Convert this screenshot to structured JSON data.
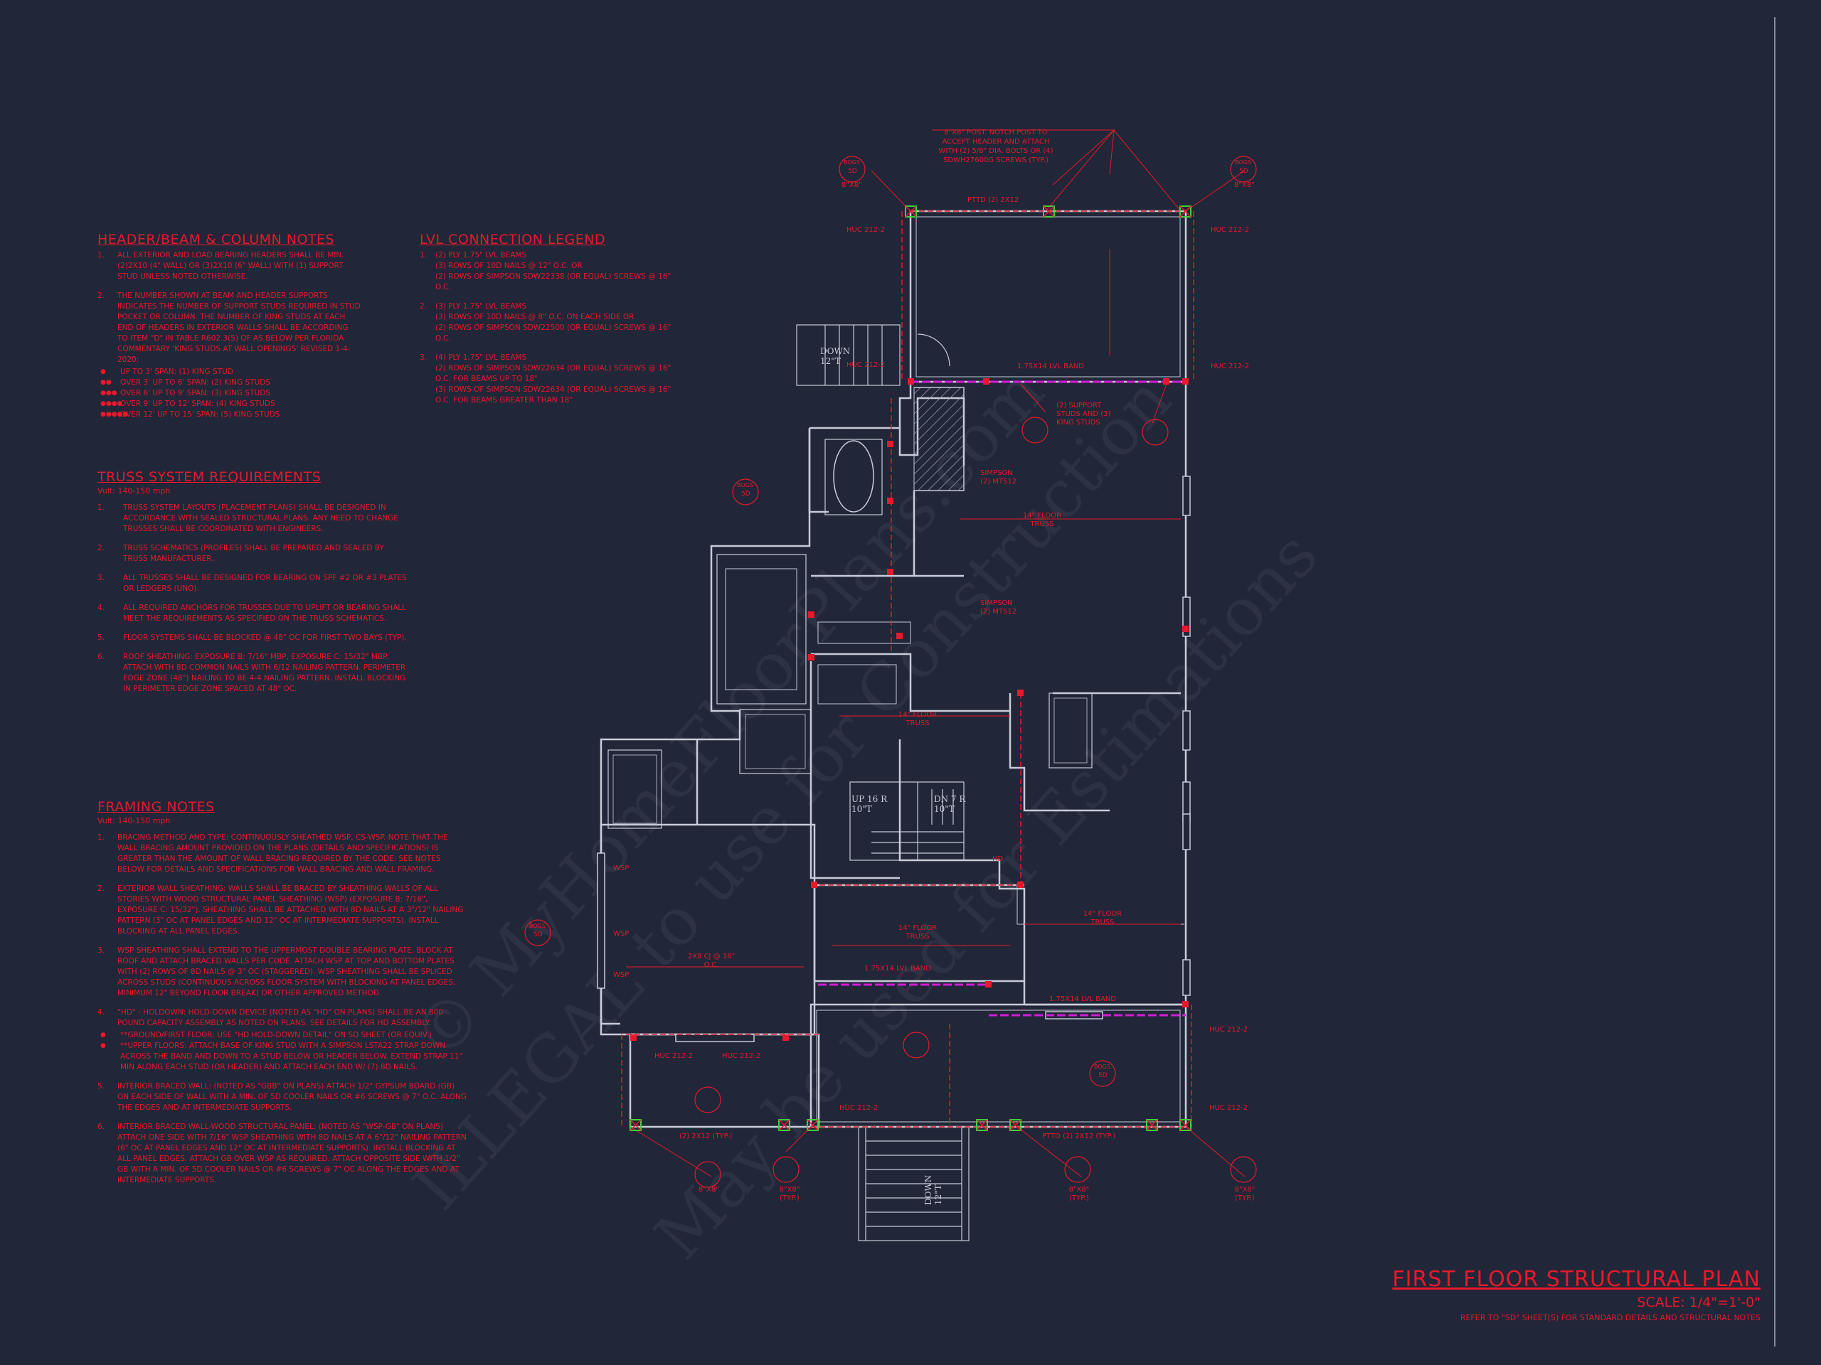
{
  "header_notes": {
    "title": "HEADER/BEAM & COLUMN NOTES",
    "items": [
      {
        "num": "1.",
        "text": "ALL EXTERIOR AND LOAD BEARING HEADERS SHALL BE MIN. (2)2x10 (4\" WALL) OR (3)2x10 (6\" WALL) WITH (1) SUPPORT STUD UNLESS NOTED OTHERWISE."
      },
      {
        "num": "2.",
        "text": "THE NUMBER SHOWN AT BEAM AND HEADER SUPPORTS INDICATES THE NUMBER OF SUPPORT STUDS REQUIRED IN STUD POCKET OR COLUMN. THE NUMBER OF KING STUDS AT EACH END OF HEADERS IN EXTERIOR WALLS SHALL BE ACCORDING TO ITEM \"d\" IN TABLE R602.3(5) OF AS BELOW PER FLORIDA COMMENTARY 'KING STUDS AT WALL OPENINGS' REVISED 1-4-2020:"
      }
    ],
    "bullets": [
      "UP TO 3' SPAN: (1) KING STUD",
      "OVER 3' UP TO 6' SPAN: (2) KING STUDS",
      "OVER 6' UP TO 9' SPAN: (3) KING STUDS",
      "OVER 9' UP TO 12' SPAN: (4) KING STUDS",
      "OVER 12' UP TO 15' SPAN: (5) KING STUDS"
    ]
  },
  "lvl_legend": {
    "title": "LVL CONNECTION LEGEND",
    "groups": [
      {
        "num": "1.",
        "lines": [
          "(2) PLY 1.75\" LVL BEAMS",
          "(3) ROWS OF 10d NAILS @ 12\" O.C. OR",
          "(2) ROWS OF SIMPSON SDW22338 (OR EQUAL) SCREWS @ 16\" O.C."
        ]
      },
      {
        "num": "2.",
        "lines": [
          "(3) PLY 1.75\" LVL BEAMS",
          "(3) ROWS OF 10d NAILS @ 8\" O.C. ON EACH SIDE OR",
          "(2) ROWS OF SIMPSON SDW22500 (OR EQUAL) SCREWS @ 16\" O.C."
        ]
      },
      {
        "num": "3.",
        "lines": [
          "(4) PLY 1.75\" LVL BEAMS",
          "(2) ROWS OF SIMPSON SDW22634 (OR EQUAL) SCREWS @ 16\" O.C. FOR BEAMS UP TO 18\"",
          "(3) ROWS OF SIMPSON SDW22634 (OR EQUAL) SCREWS @ 16\" O.C. FOR BEAMS GREATER THAN 18\""
        ]
      }
    ]
  },
  "truss_notes": {
    "title": "TRUSS SYSTEM REQUIREMENTS",
    "sub": "Vult: 140-150 mph",
    "items": [
      {
        "num": "1.",
        "text": "TRUSS SYSTEM LAYOUTS (PLACEMENT PLANS) SHALL BE DESIGNED IN ACCORDANCE WITH SEALED STRUCTURAL PLANS. ANY NEED TO CHANGE TRUSSES SHALL BE COORDINATED WITH ENGINEERS."
      },
      {
        "num": "2.",
        "text": "TRUSS SCHEMATICS (PROFILES) SHALL BE PREPARED AND SEALED BY TRUSS MANUFACTURER."
      },
      {
        "num": "3.",
        "text": "ALL TRUSSES SHALL BE DESIGNED FOR BEARING ON SPF #2 OR #3 PLATES OR LEDGERS (UNO)."
      },
      {
        "num": "4.",
        "text": "ALL REQUIRED ANCHORS FOR TRUSSES DUE TO UPLIFT OR BEARING SHALL MEET THE REQUIREMENTS AS SPECIFIED ON THE TRUSS SCHEMATICS."
      },
      {
        "num": "5.",
        "text": "FLOOR SYSTEMS SHALL BE BLOCKED @ 48\" OC FOR FIRST TWO BAYS (TYP)."
      },
      {
        "num": "6.",
        "text": "ROOF SHEATHING: EXPOSURE B: 7/16\" MBP, EXPOSURE C: 15/32\" MBP. ATTACH WITH 8d COMMON NAILS WITH 6/12 NAILING PATTERN. PERIMETER EDGE ZONE (48\") NAILING TO BE 4-4 NAILING PATTERN. INSTALL BLOCKING IN PERIMETER EDGE ZONE SPACED AT 48\" OC."
      }
    ]
  },
  "framing_notes": {
    "title": "FRAMING NOTES",
    "sub": "Vult: 140-150 mph",
    "items": [
      {
        "num": "1.",
        "text": "BRACING METHOD AND TYPE: CONTINUOUSLY SHEATHED WSP, CS-WSP. NOTE THAT THE WALL BRACING AMOUNT PROVIDED ON THE PLANS (DETAILS AND SPECIFICATIONS) IS GREATER THAN THE AMOUNT OF WALL BRACING REQUIRED BY THE CODE. SEE NOTES BELOW FOR DETAILS AND SPECIFICATIONS FOR WALL BRACING AND WALL FRAMING."
      },
      {
        "num": "2.",
        "text": "EXTERIOR WALL SHEATHING: WALLS SHALL BE BRACED BY SHEATHING WALLS OF ALL STORIES WITH WOOD STRUCTURAL PANEL SHEATHING (WSP) (EXPOSURE B: 7/16\", EXPOSURE C: 15/32\"). SHEATHING SHALL BE ATTACHED WITH 8d NAILS AT A 3\"/12\" NAILING PATTERN (3\" OC AT PANEL EDGES AND 12\" OC AT INTERMEDIATE SUPPORTS). INSTALL BLOCKING AT ALL PANEL EDGES."
      },
      {
        "num": "3.",
        "text": "WSP SHEATHING SHALL EXTEND TO THE UPPERMOST DOUBLE BEARING PLATE, BLOCK AT ROOF AND ATTACH BRACED WALLS PER CODE. ATTACH WSP AT TOP AND BOTTOM PLATES WITH (2) ROWS OF 8d NAILS @ 3\" OC (STAGGERED). WSP SHEATHING SHALL BE SPLICED ACROSS STUDS (CONTINUOUS ACROSS FLOOR SYSTEM WITH BLOCKING AT PANEL EDGES, MINIMUM 12\" BEYOND FLOOR BREAK) OR OTHER APPROVED METHOD."
      },
      {
        "num": "4.",
        "text": "\"HD\" - HOLDOWN: HOLD-DOWN DEVICE (NOTED AS \"HD\" ON PLANS) SHALL BE AN 800 POUND CAPACITY ASSEMBLY AS NOTED ON PLANS. SEE DETAILS FOR HD ASSEMBLY."
      }
    ],
    "bullets": [
      "**GROUND/FIRST FLOOR: USE \"HD HOLD-DOWN DETAIL\" ON SD SHEET (OR EQUIV.)",
      "**UPPER FLOORS: ATTACH BASE OF KING STUD WITH A SIMPSON LSTA22 STRAP DOWN ACROSS THE BAND AND DOWN TO A STUD BELOW OR HEADER BELOW. EXTEND STRAP 11\" MIN ALONG EACH STUD (OR HEADER) AND ATTACH EACH END W/ (7) 8d NAILS."
    ],
    "items2": [
      {
        "num": "5.",
        "text": "INTERIOR BRACED WALL: (NOTED AS \"GBB\" ON PLANS) ATTACH 1/2\" GYPSUM BOARD (GB) ON EACH SIDE OF WALL WITH A MIN. OF 5d COOLER NAILS OR #6 SCREWS @ 7\" O.C. ALONG THE EDGES AND AT INTERMEDIATE SUPPORTS."
      },
      {
        "num": "6.",
        "text": "INTERIOR BRACED WALL-WOOD STRUCTURAL PANEL: (NOTED AS \"WSP-GB\" ON PLANS) ATTACH ONE SIDE WITH 7/16\" WSP SHEATHING WITH 8d NAILS AT A 6\"/12\" NAILING PATTERN (6\" OC AT PANEL EDGES AND 12\" OC AT INTERMEDIATE SUPPORTS). INSTALL BLOCKING AT ALL PANEL EDGES. ATTACH GB OVER WSP AS REQUIRED. ATTACH OPPOSITE SIDE WITH 1/2\" GB WITH A MIN. OF 5d COOLER NAILS OR #6 SCREWS @ 7\" OC ALONG THE EDGES AND AT INTERMEDIATE SUPPORTS."
      }
    ]
  },
  "plan": {
    "post_note": "8\"x8\" POST. NOTCH POST TO ACCEPT HEADER AND ATTACH WITH (2) 5/8\" DIA. BOLTS OR (4) SDWH27600G SCREWS (TYP.)",
    "labels": {
      "pttd_top": "PTTD (2) 2x12",
      "huc": "HUC 212-2",
      "lvl_band": "1.75x14 LVL BAND",
      "support_studs": "(2) SUPPORT STUDS AND (3) KING STUDS",
      "simpson_h": "SIMPSON (2) MTS12",
      "floor_truss": "14\" FLOOR TRUSS",
      "down_stair_top": "DOWN 12\"T",
      "down_stair_bottom": "DOWN 12\"T",
      "up_stair": "UP 16 R 10\"T",
      "dn_stair": "DN 7 R 10\"T",
      "cj": "2x8 CJ @ 16\" O.C.",
      "wsp": "WSP",
      "pttd_bottom": "PTTD (2) 2x12 (TYP.)",
      "pt_bottom_left": "(2) 2x12 (TYP.)",
      "post_typ": "8\"x8\" (TYP.)",
      "post": "8\"x8\"",
      "detail_top": "5D",
      "detail_no": "BOGS",
      "hd": "HD"
    }
  },
  "title_block": {
    "title": "FIRST FLOOR STRUCTURAL PLAN",
    "scale": "SCALE: 1/4\"=1'-0\"",
    "ref": "REFER TO \"SD\" SHEET(S) FOR STANDARD DETAILS AND STRUCTURAL NOTES"
  },
  "watermark": {
    "line1": "© MyHomeFloorPlans.com",
    "line2": "ILLEGAL to use for Construction",
    "line3": "May be used for Estimations"
  }
}
